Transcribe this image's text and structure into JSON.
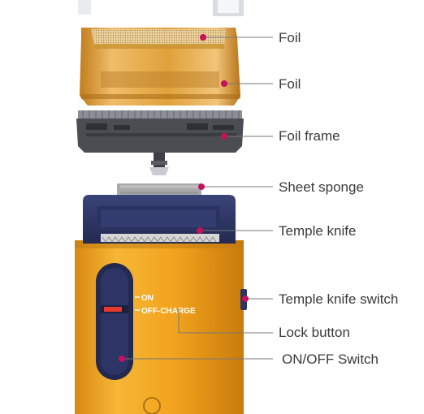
{
  "labels": {
    "foil_top": "Foil",
    "foil_body": "Foil",
    "foil_frame": "Foil frame",
    "sheet_sponge": "Sheet sponge",
    "temple_knife": "Temple knife",
    "temple_knife_switch": "Temple knife switch",
    "lock_button": "Lock button",
    "onoff_switch": "ON/OFF Switch"
  },
  "switch_markings": {
    "on": "ON",
    "off_charge": "OFF-CHARGE"
  },
  "colors": {
    "accent_dot": "#c4125c",
    "gold": "#e0a13a",
    "gold_dark": "#c27d1c",
    "body_orange": "#f1a21c",
    "navy": "#2c3566",
    "frame_gray": "#4a4d52",
    "leader_line": "#777777"
  }
}
